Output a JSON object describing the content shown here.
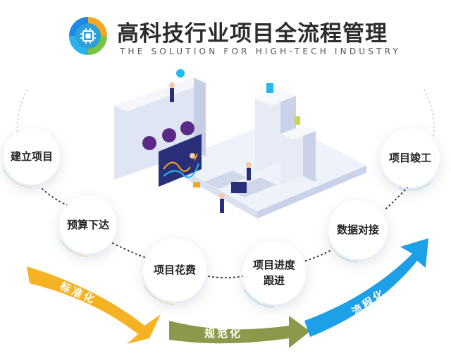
{
  "header": {
    "title": "高科技行业项目全流程管理",
    "subtitle": "THE SOLUTION FOR HIGH-TECH INDUSTRY"
  },
  "icons": {
    "logo": "chip-icon"
  },
  "colors": {
    "orange": "#f5a623",
    "green": "#7cc242",
    "olive": "#8a9a4a",
    "blue": "#1ea0e8",
    "cyan": "#22b8f0"
  },
  "nodes": [
    {
      "id": "start",
      "label": "建立项目"
    },
    {
      "id": "budget",
      "label": "预算下达"
    },
    {
      "id": "cost",
      "label": "项目花费"
    },
    {
      "id": "progress",
      "label": "项目进度跟进"
    },
    {
      "id": "reconcile",
      "label": "数据对接"
    },
    {
      "id": "complete",
      "label": "项目竣工"
    }
  ],
  "flow": [
    {
      "label": "标准化"
    },
    {
      "label": "规范化"
    },
    {
      "label": "流程化"
    }
  ]
}
